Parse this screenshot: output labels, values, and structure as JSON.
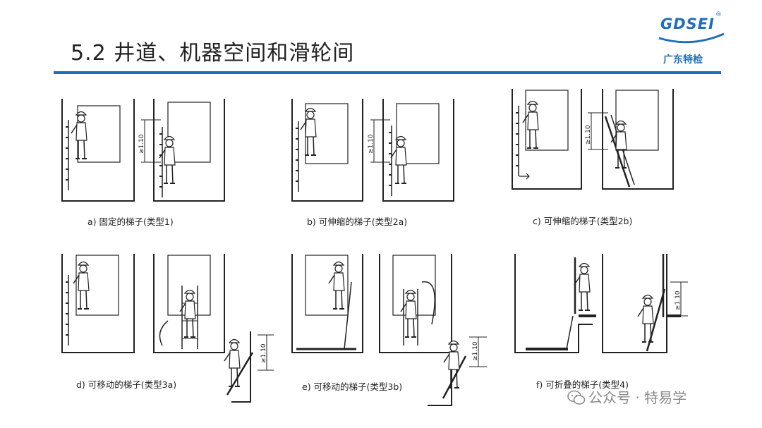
{
  "slide": {
    "title": "5.2 井道、机器空间和滑轮间"
  },
  "logo": {
    "brand": "GDSEI",
    "registered_mark": "®",
    "name_cn": "广东特检",
    "color": "#1f6fb8"
  },
  "figures": [
    {
      "caption": "a) 固定的梯子(类型1)",
      "dimension": "≥1.10"
    },
    {
      "caption": "b) 可伸缩的梯子(类型2a)",
      "dimension": "≥1.10"
    },
    {
      "caption": "c) 可伸缩的梯子(类型2b)",
      "dimension": "≥1.10"
    },
    {
      "caption": "d) 可移动的梯子(类型3a)",
      "dimension": "≥1.10"
    },
    {
      "caption": "e) 可移动的梯子(类型3b)",
      "dimension": "≥1.10"
    },
    {
      "caption": "f) 可折叠的梯子(类型4)",
      "dimension": "≥1.10"
    }
  ],
  "watermark": {
    "text": "公众号 · 特易学",
    "icon": "wechat-icon"
  }
}
